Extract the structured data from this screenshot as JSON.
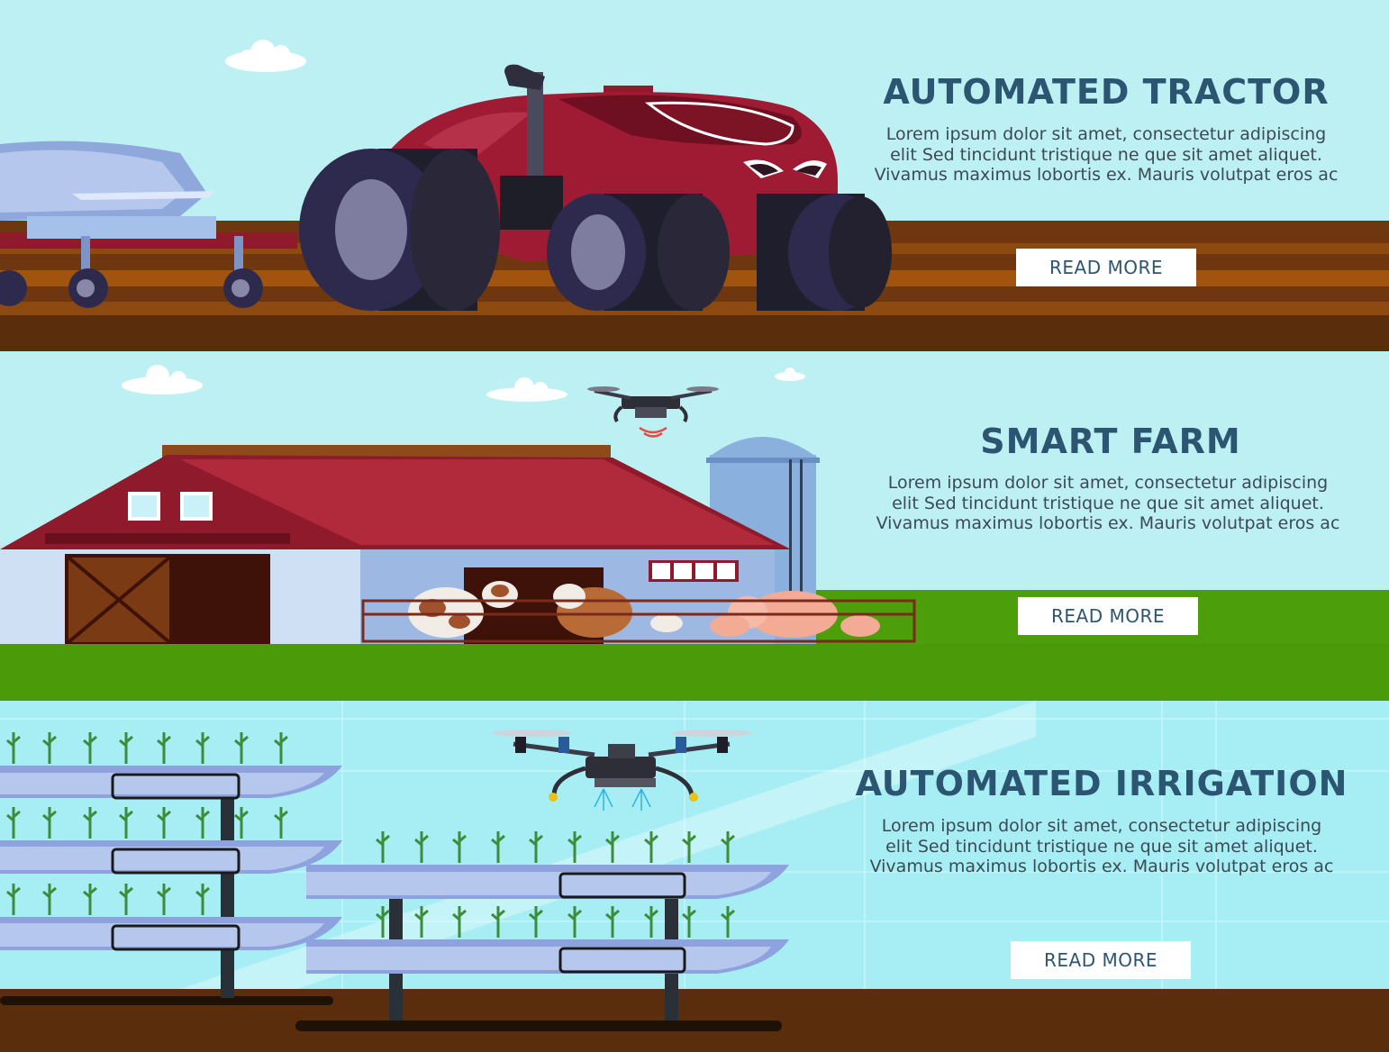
{
  "banners": [
    {
      "title": "AUTOMATED TRACTOR",
      "description": "Lorem ipsum dolor sit amet, consectetur adipiscing elit  Sed tincidunt tristique ne que sit amet aliquet. Vivamus maximus lobortis ex. Mauris volutpat eros ac",
      "button_label": "READ MORE"
    },
    {
      "title": "SMART FARM",
      "description": "Lorem ipsum dolor sit amet, consectetur adipiscing elit  Sed tincidunt tristique ne que sit amet aliquet. Vivamus maximus lobortis ex. Mauris volutpat eros ac",
      "button_label": "READ MORE"
    },
    {
      "title": "AUTOMATED IRRIGATION",
      "description": "Lorem ipsum dolor sit amet, consectetur adipiscing elit  Sed tincidunt tristique ne que sit amet aliquet. Vivamus maximus lobortis ex. Mauris volutpat eros ac",
      "button_label": "READ MORE"
    }
  ],
  "colors": {
    "sky": "#bdf0f2",
    "title": "#2c5572",
    "soil": "#5a2e0c",
    "grass": "#4a9a0a",
    "tractor_red": "#9e1b33",
    "roof": "#8e1a2b",
    "tray_blue": "#8ea3dd"
  }
}
